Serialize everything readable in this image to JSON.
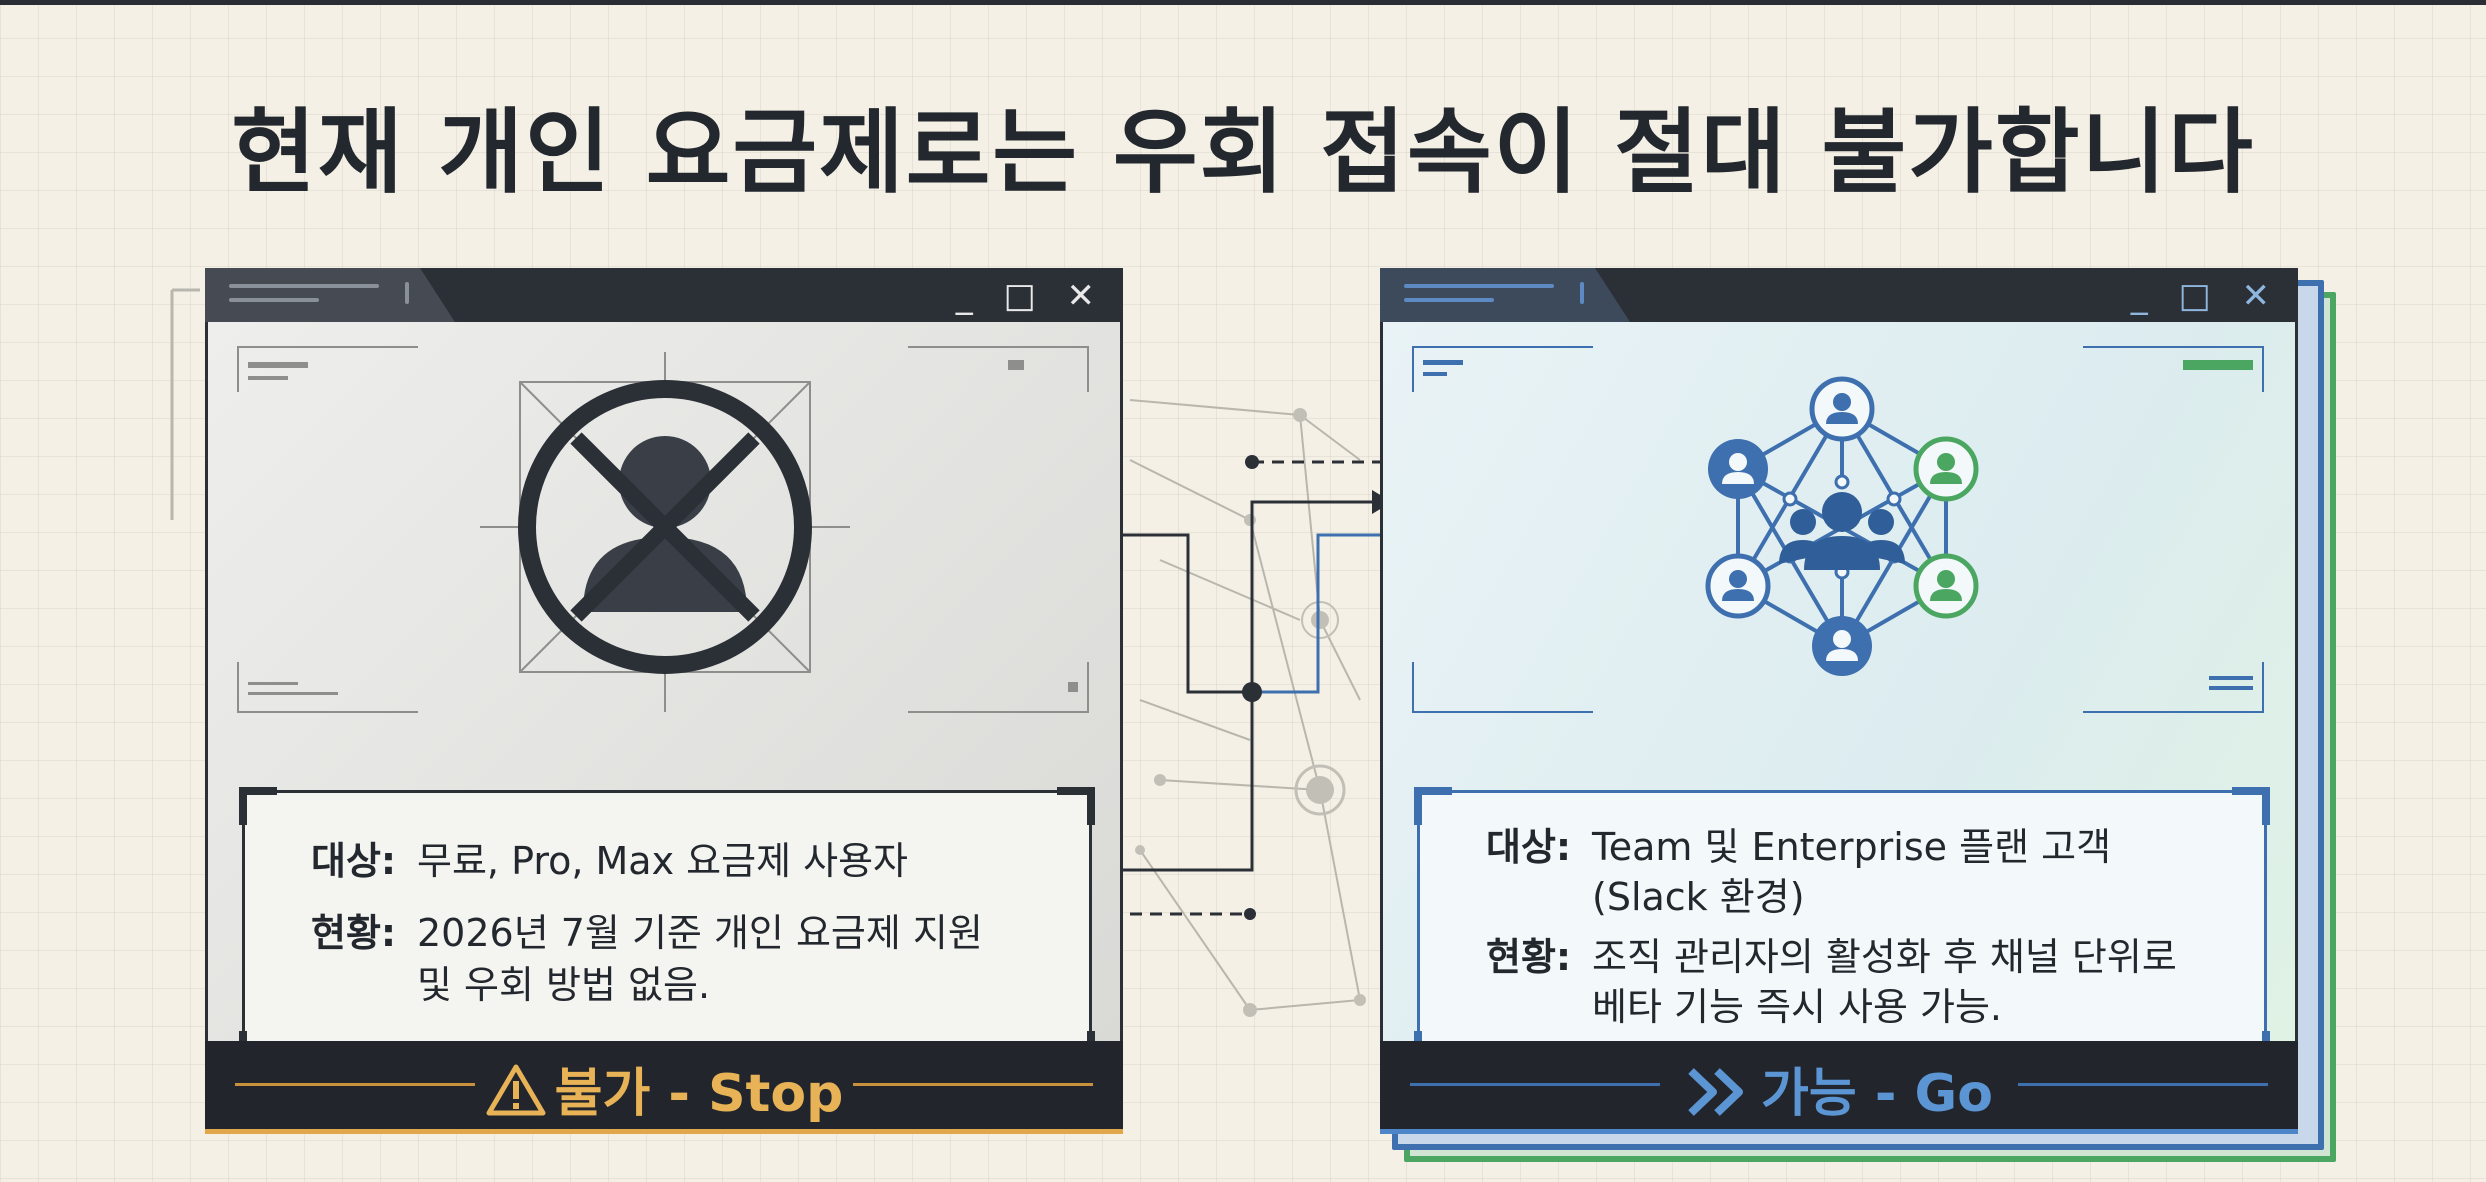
{
  "title": "현재 개인 요금제로는 우회 접속이 절대 불가합니다",
  "left_panel": {
    "icon": "no-user-icon",
    "target_label": "대상:",
    "target_value": "무료, Pro, Max 요금제 사용자",
    "status_label": "현황:",
    "status_value_line1": "2026년 7월 기준 개인 요금제 지원",
    "status_value_line2": "및 우회 방법 없음.",
    "footer_label": "불가 - Stop",
    "footer_icon": "warning-triangle-icon",
    "accent_color": "#e0a84a"
  },
  "right_panel": {
    "icon": "team-network-icon",
    "target_label": "대상:",
    "target_value_line1": "Team 및 Enterprise 플랜 고객",
    "target_value_line2": "(Slack 환경)",
    "status_label": "현황:",
    "status_value_line1": "조직 관리자의 활성화 후 채널 단위로",
    "status_value_line2": "베타 기능 즉시 사용 가능.",
    "footer_label": "가능 - Go",
    "footer_icon": "double-chevron-right-icon",
    "accent_color": "#4c86c8",
    "secondary_color": "#4aa660"
  },
  "window_controls": "_ □ ✕"
}
